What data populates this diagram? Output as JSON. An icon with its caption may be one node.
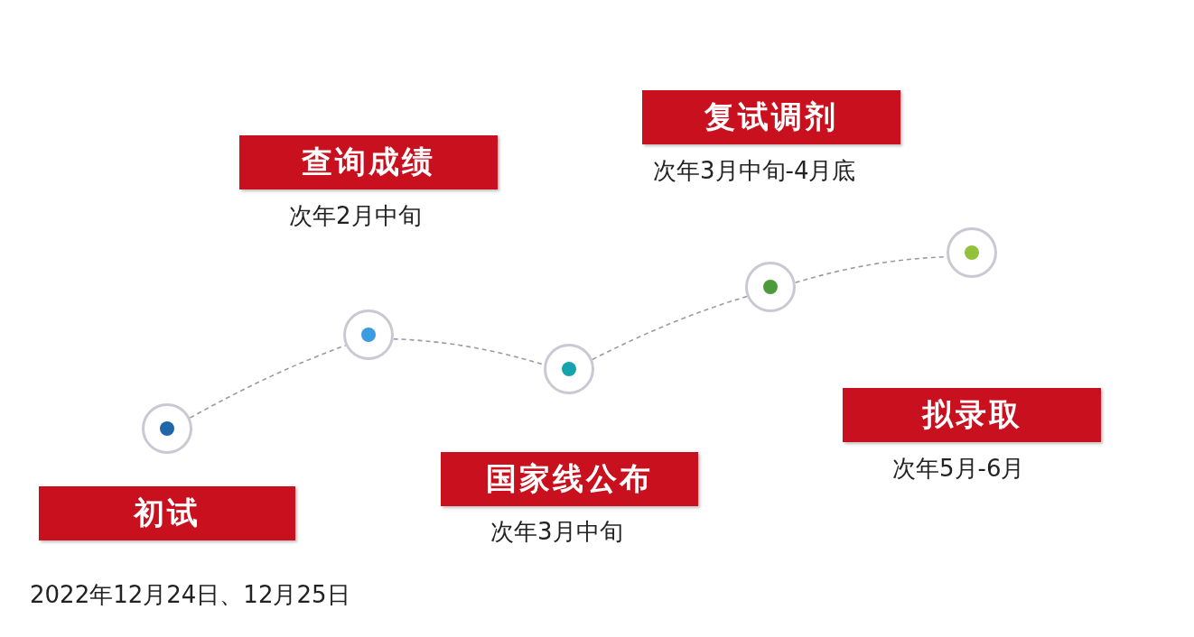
{
  "diagram": {
    "nodes": [
      {
        "text": [
          "初试"
        ],
        "beside": [
          "2022年12月24日、12月25日"
        ]
      },
      {
        "text": [
          "查询成绩"
        ],
        "beside": [
          "次年2月中旬"
        ]
      },
      {
        "text": [
          "国家线公布"
        ],
        "beside": [
          "次年3月中旬"
        ]
      },
      {
        "text": [
          "复试调剂"
        ],
        "beside": [
          "次年3月中旬-4月底"
        ]
      },
      {
        "text": [
          "拟录取"
        ],
        "beside": [
          "次年5月-6月"
        ]
      },
      {
        "text": [],
        "shape": "circle"
      },
      {
        "text": [],
        "shape": "circle"
      },
      {
        "text": [],
        "shape": "circle"
      },
      {
        "text": [],
        "shape": "circle"
      },
      {
        "text": [],
        "shape": "circle"
      }
    ],
    "edges": [
      {
        "from": 5,
        "to": 6,
        "arrow": "none",
        "style": "dashed"
      },
      {
        "from": 6,
        "to": 7,
        "arrow": "none",
        "style": "dashed"
      },
      {
        "from": 7,
        "to": 8,
        "arrow": "none",
        "style": "dashed"
      },
      {
        "from": 8,
        "to": 9,
        "arrow": "none",
        "style": "dashed"
      }
    ]
  }
}
